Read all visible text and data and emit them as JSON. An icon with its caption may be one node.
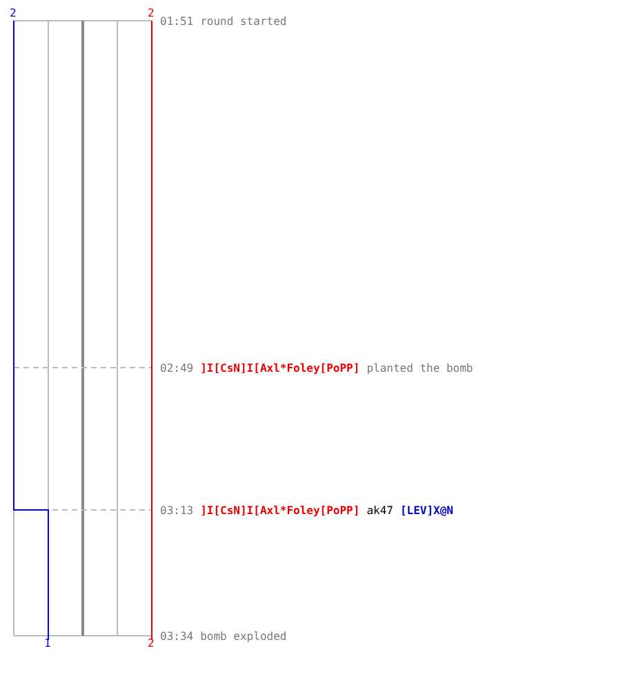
{
  "diagram": {
    "labels": [
      "2",
      "2",
      "01:51",
      "round started",
      "02:49",
      "]I[CsN]I[Axl*Foley[PoPP]",
      "planted the bomb",
      "03:13",
      "]I[CsN]I[Axl*Foley[PoPP]",
      "ak47",
      "[LEV]X@N",
      "1",
      "2",
      "03:34",
      "bomb exploded"
    ]
  }
}
